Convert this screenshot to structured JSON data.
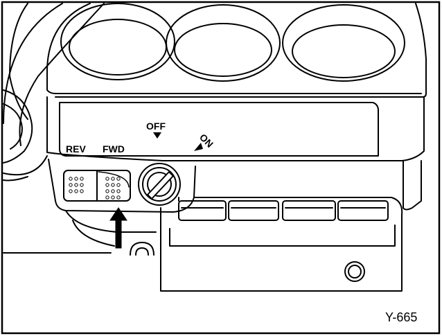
{
  "labels": {
    "rev": "REV",
    "fwd": "FWD",
    "off": "OFF",
    "on": "ON"
  },
  "figure_code": "Y-665",
  "icons": {
    "off_marker": "triangle-down-icon",
    "on_marker": "triangle-down-icon",
    "pointer": "arrow-up-icon",
    "key": "key-switch-icon"
  },
  "colors": {
    "line": "#000000",
    "fill": "#ffffff"
  }
}
